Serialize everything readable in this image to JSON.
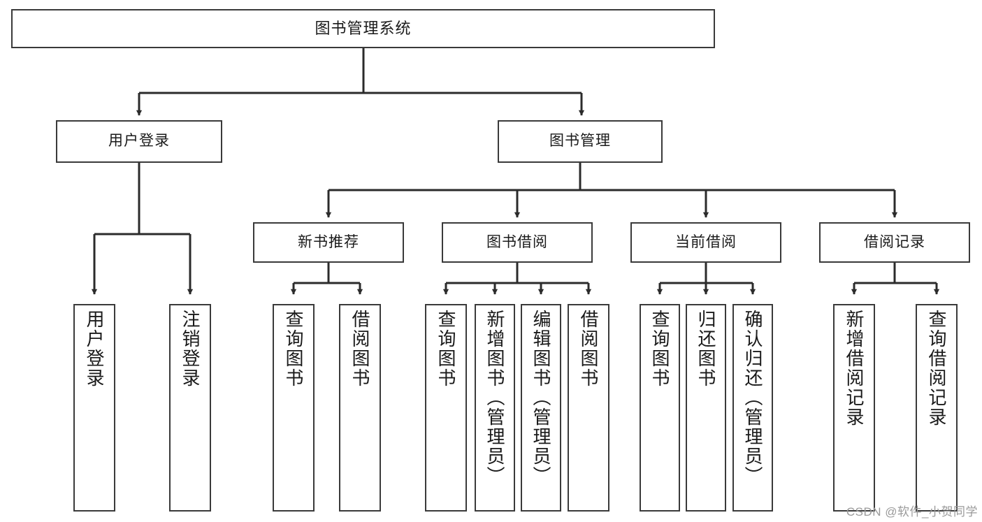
{
  "diagram": {
    "type": "tree-hierarchy-chart",
    "title": "图书管理系统",
    "colors": {
      "box_border": "#3a3a3a",
      "box_fill": "#ffffff",
      "edge": "#2b2b2b",
      "text": "#1a1a1a",
      "watermark": "#9a9a9a"
    },
    "levels": {
      "root": {
        "label": "图书管理系统"
      },
      "level2": [
        {
          "id": "user-login",
          "label": "用户登录"
        },
        {
          "id": "book-management",
          "label": "图书管理"
        }
      ],
      "level3": [
        {
          "id": "new-book-recommend",
          "label": "新书推荐"
        },
        {
          "id": "book-borrow",
          "label": "图书借阅"
        },
        {
          "id": "current-borrow",
          "label": "当前借阅"
        },
        {
          "id": "borrow-record",
          "label": "借阅记录"
        }
      ],
      "leaves": [
        {
          "id": "leaf-user-login",
          "label": "用户登录",
          "parent": "user-login"
        },
        {
          "id": "leaf-logout-login",
          "label": "注销登录",
          "parent": "user-login"
        },
        {
          "id": "leaf-query-book-1",
          "label": "查询图书",
          "parent": "new-book-recommend"
        },
        {
          "id": "leaf-borrow-book-1",
          "label": "借阅图书",
          "parent": "new-book-recommend"
        },
        {
          "id": "leaf-query-book-2",
          "label": "查询图书",
          "parent": "book-borrow"
        },
        {
          "id": "leaf-add-book-admin",
          "label": "新增图书（管理员）",
          "parent": "book-borrow"
        },
        {
          "id": "leaf-edit-book-admin",
          "label": "编辑图书（管理员）",
          "parent": "book-borrow"
        },
        {
          "id": "leaf-borrow-book-2",
          "label": "借阅图书",
          "parent": "book-borrow"
        },
        {
          "id": "leaf-query-book-3",
          "label": "查询图书",
          "parent": "current-borrow"
        },
        {
          "id": "leaf-return-book",
          "label": "归还图书",
          "parent": "current-borrow"
        },
        {
          "id": "leaf-confirm-return-admin",
          "label": "确认归还（管理员）",
          "parent": "current-borrow"
        },
        {
          "id": "leaf-add-borrow-record",
          "label": "新增借阅记录",
          "parent": "borrow-record"
        },
        {
          "id": "leaf-query-borrow-record",
          "label": "查询借阅记录",
          "parent": "borrow-record"
        }
      ]
    },
    "watermark": "CSDN @软件_小贺同学"
  }
}
